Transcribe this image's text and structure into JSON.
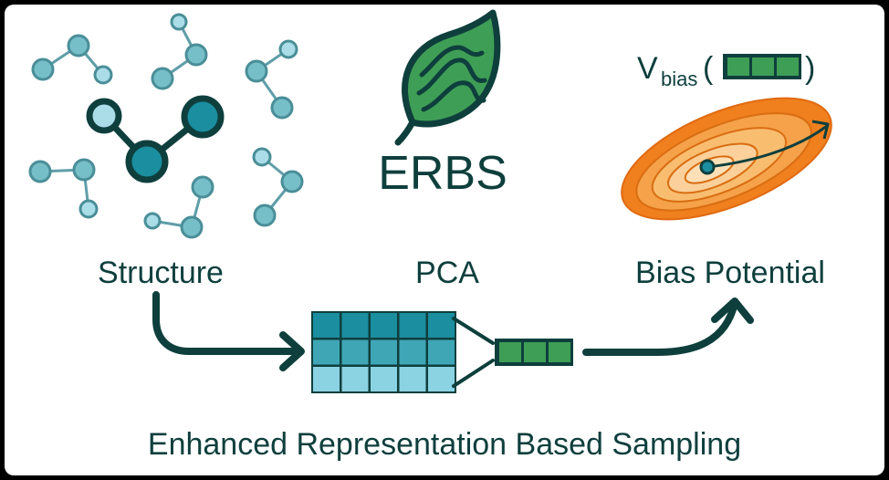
{
  "logo": {
    "text": "ERBS"
  },
  "labels": {
    "structure": "Structure",
    "pca": "PCA",
    "bias_potential": "Bias Potential"
  },
  "formula": {
    "base": "V",
    "subscript": "bias",
    "open": "(",
    "close": ")"
  },
  "footer": {
    "text": "Enhanced Representation Based Sampling"
  },
  "colors": {
    "dark_teal": "#0e3f3d",
    "node_mid": "#76bfc9",
    "node_light": "#aadde8",
    "node_dark": "#1b8ea0",
    "leaf_green": "#3f9e55",
    "vector_green": "#3f9e55",
    "potential_outer": "#f07f1e",
    "potential_inner": "#fcd6a0"
  },
  "icons": {
    "molecules": "small-molecule-icons",
    "main_molecule": "molecule-icon",
    "leaf": "leaf-icon",
    "matrix": "data-matrix-icon",
    "vector": "reduced-vector-icon",
    "potential": "bias-potential-contour-icon"
  }
}
